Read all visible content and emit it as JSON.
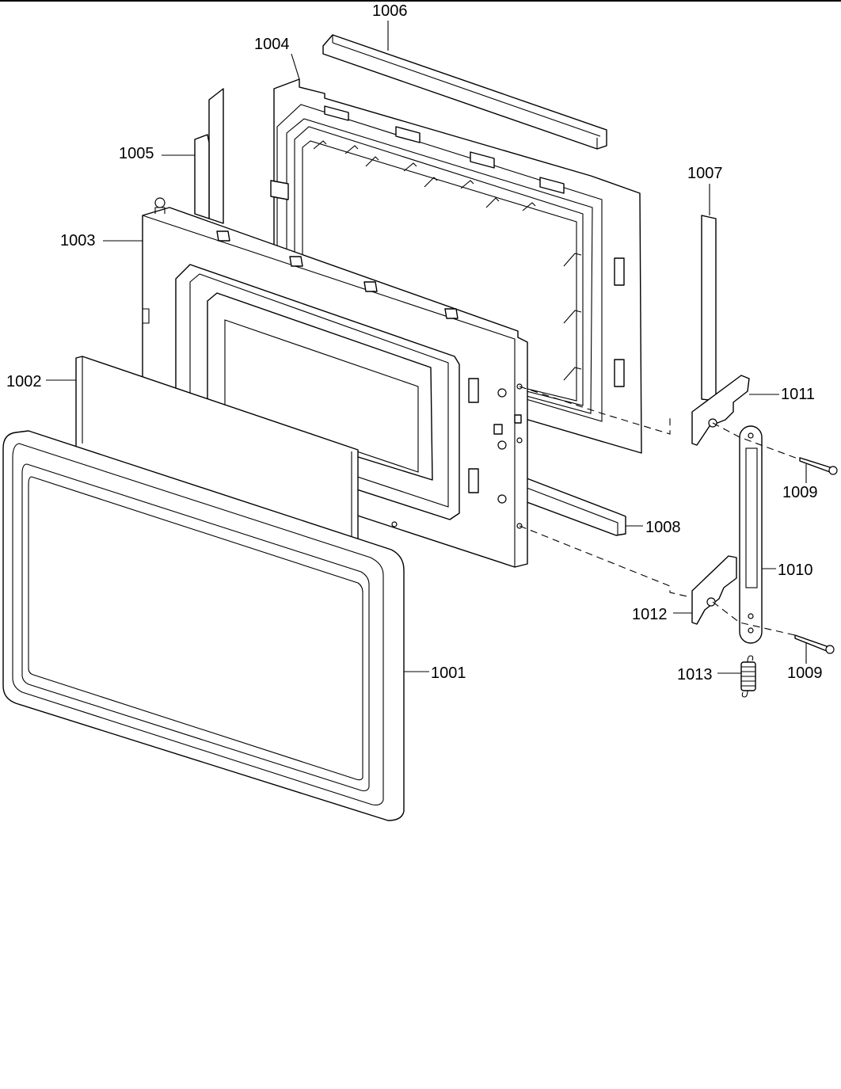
{
  "diagram": {
    "labels": {
      "p1001": "1001",
      "p1002": "1002",
      "p1003": "1003",
      "p1004": "1004",
      "p1005": "1005",
      "p1006": "1006",
      "p1007": "1007",
      "p1008": "1008",
      "p1009a": "1009",
      "p1009b": "1009",
      "p1010": "1010",
      "p1011": "1011",
      "p1012": "1012",
      "p1013": "1013"
    }
  }
}
